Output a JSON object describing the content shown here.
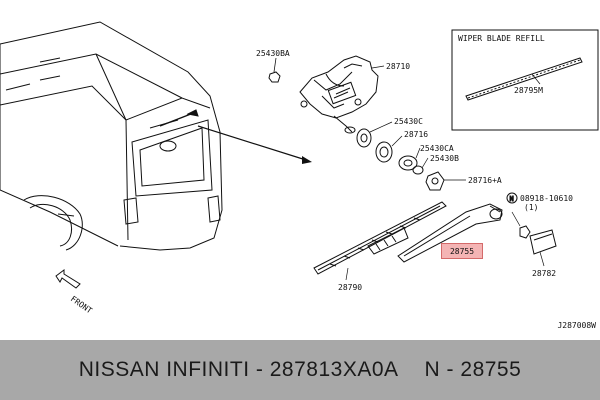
{
  "inset": {
    "title": "WIPER BLADE REFILL",
    "part": "28795M"
  },
  "callouts": {
    "p25430BA": "25430BA",
    "p28710": "28710",
    "p25430C": "25430C",
    "p28716": "28716",
    "p25430CA": "25430CA",
    "p25430B": "25430B",
    "p28716A": "28716+A",
    "p08918": "08918-10610",
    "p08918qty": "(1)",
    "p28790": "28790",
    "p28782": "28782",
    "front": "FRONT"
  },
  "highlight": {
    "part": "28755",
    "color": "#f4b4b4"
  },
  "diagram_code": "J287008W",
  "footer": {
    "brand": "NISSAN INFINITI",
    "sep1": "-",
    "oem": "287813XA0A",
    "prefix": "N",
    "sep2": "-",
    "part": "28755",
    "bg": "#a8a8a8"
  }
}
